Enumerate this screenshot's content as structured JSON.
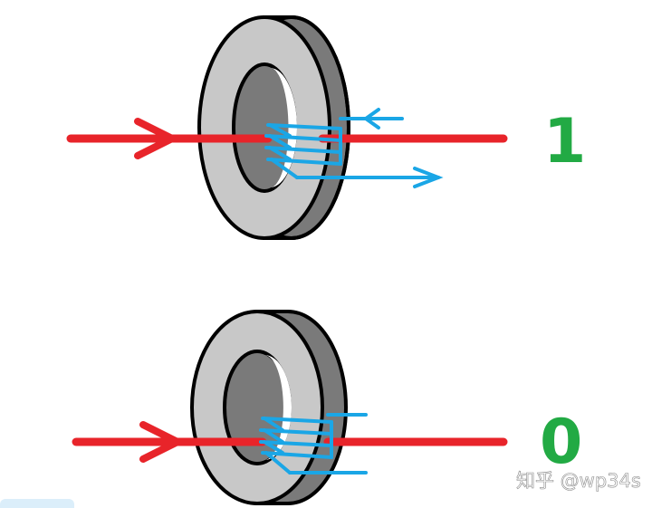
{
  "colors": {
    "wire": "#e8242a",
    "winding": "#1aa6e6",
    "core_face": "#c8c8c8",
    "core_side": "#7a7a7a",
    "core_outline": "#000000",
    "label": "#22aa44",
    "watermark": "#ffffff"
  },
  "cores": [
    {
      "state_label": "1",
      "winding_arrows": "in-left-out-right"
    },
    {
      "state_label": "0",
      "winding_arrows": "none"
    }
  ],
  "watermark": {
    "text": "知乎 @wp34s"
  }
}
